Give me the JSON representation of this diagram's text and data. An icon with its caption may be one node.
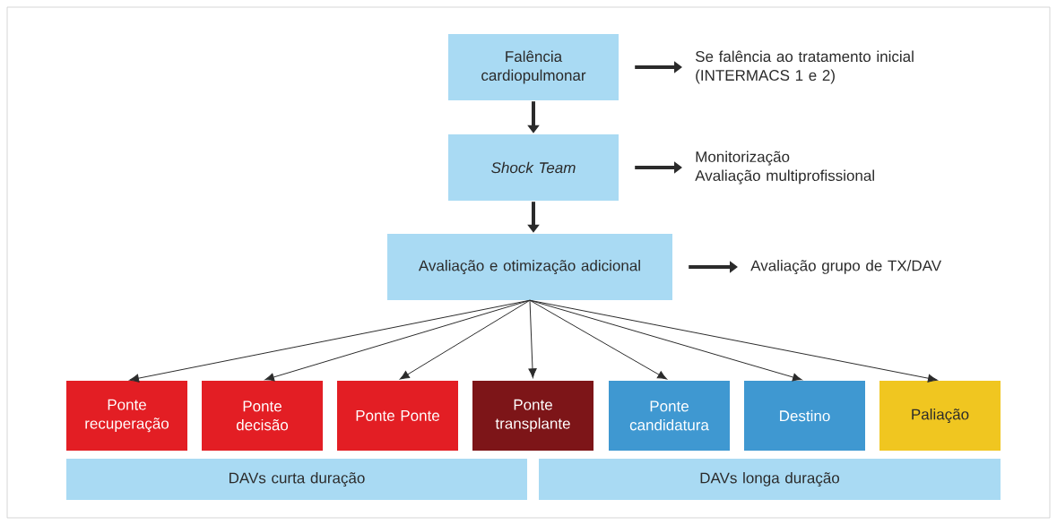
{
  "diagram": {
    "nodes": [
      {
        "text": [
          "Falência cardiopulmonar"
        ]
      },
      {
        "text": [
          "Se falência ao tratamento inicial (INTERMACS 1 e 2)"
        ]
      },
      {
        "text": [
          "Shock Team"
        ]
      },
      {
        "text": [
          "Monitorização",
          "Avaliação multiprofissional"
        ]
      },
      {
        "text": [
          "Avaliação e otimização adicional"
        ]
      },
      {
        "text": [
          "Avaliação grupo de TX/DAV"
        ]
      },
      {
        "text": [
          "Ponte recuperação"
        ]
      },
      {
        "text": [
          "Ponte decisão"
        ]
      },
      {
        "text": [
          "Ponte Ponte"
        ]
      },
      {
        "text": [
          "Ponte transplante"
        ]
      },
      {
        "text": [
          "Ponte candidatura"
        ]
      },
      {
        "text": [
          "Destino"
        ]
      },
      {
        "text": [
          "Paliação"
        ]
      },
      {
        "text": [
          "DAVs curta duração"
        ]
      },
      {
        "text": [
          "DAVs longa duração"
        ]
      }
    ],
    "edges": [
      {
        "from": 0,
        "to": 1,
        "arrow": "to",
        "style": "thick"
      },
      {
        "from": 0,
        "to": 2,
        "arrow": "to",
        "style": "thick"
      },
      {
        "from": 2,
        "to": 3,
        "arrow": "to",
        "style": "thick"
      },
      {
        "from": 2,
        "to": 4,
        "arrow": "to",
        "style": "thick"
      },
      {
        "from": 4,
        "to": 5,
        "arrow": "to",
        "style": "thick"
      },
      {
        "from": 4,
        "to": 6,
        "arrow": "to"
      },
      {
        "from": 4,
        "to": 7,
        "arrow": "to"
      },
      {
        "from": 4,
        "to": 8,
        "arrow": "to"
      },
      {
        "from": 4,
        "to": 9,
        "arrow": "to"
      },
      {
        "from": 4,
        "to": 10,
        "arrow": "to"
      },
      {
        "from": 4,
        "to": 11,
        "arrow": "to"
      },
      {
        "from": 4,
        "to": 12,
        "arrow": "to"
      }
    ]
  }
}
